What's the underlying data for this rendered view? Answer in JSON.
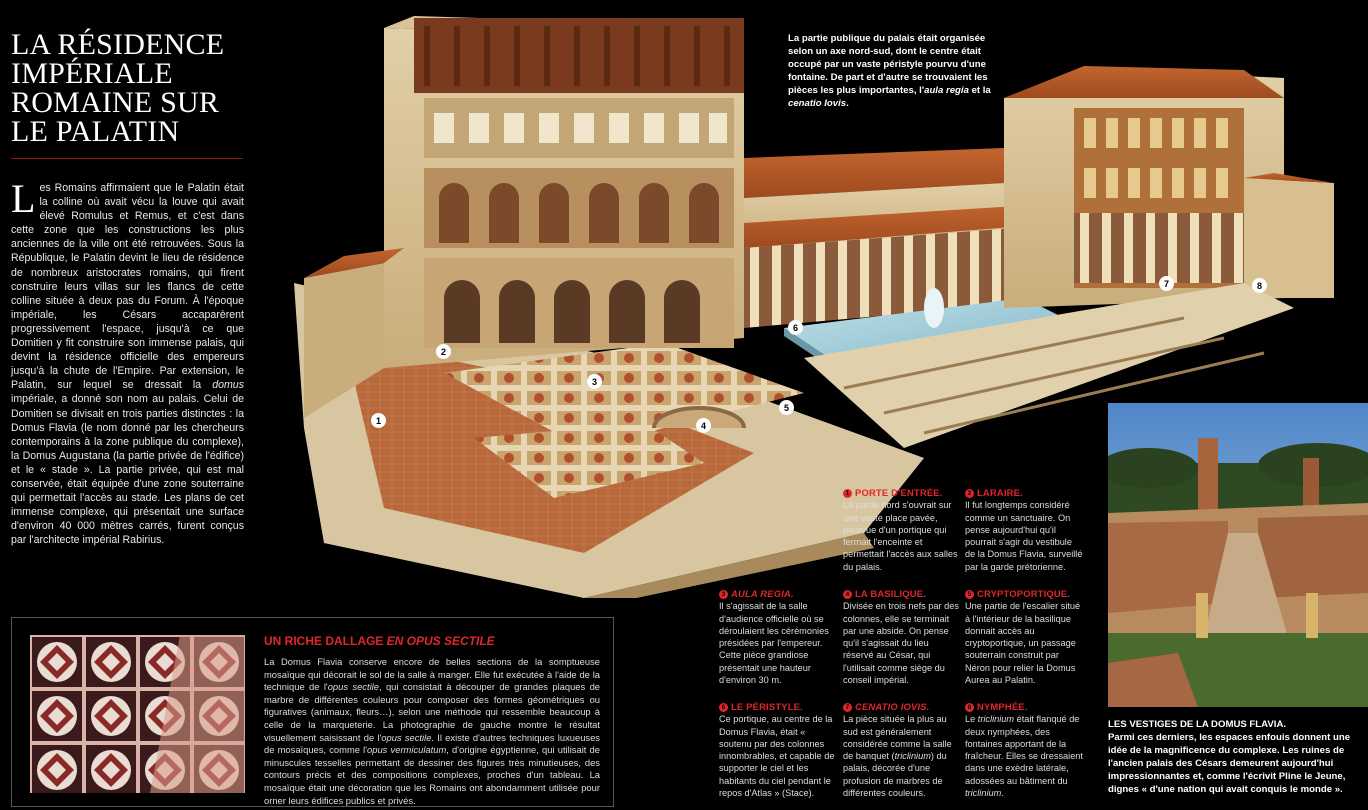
{
  "title_lines": [
    "LA RÉSIDENCE",
    "IMPÉRIALE",
    "ROMAINE SUR",
    "LE PALATIN"
  ],
  "intro": {
    "dropcap": "L",
    "part1": "es Romains affirmaient que le Palatin était la colline où avait vécu la louve qui avait élevé Romulus et Remus, et c'est dans cette zone que les constructions les plus anciennes de la ville ont été retrouvées. Sous la République, le Palatin devint le lieu de résidence de nombreux aristocrates romains, qui firent construire leurs villas sur les flancs de cette colline située à deux pas du Forum. À l'époque impériale, les Césars accaparèrent progressivement l'espace, jusqu'à ce que Domitien y fit construire son immense palais, qui devint la résidence officielle des empereurs jusqu'à la chute de l'Empire. Par extension, le Palatin, sur lequel se dressait la ",
    "em": "domus",
    "part2": " impériale, a donné son nom au palais. Celui de Domitien se divisait en trois parties distinctes : la Domus Flavia (le nom donné par les chercheurs contemporains à la zone publique du complexe), la Domus Augustana (la partie privée de l'édifice) et le « stade ». La partie privée, qui est mal conservée, était équipée d'une zone souterraine qui permettait l'accès au stade. Les plans de cet immense complexe, qui présentait une surface d'environ 40 000 mètres carrés, furent conçus par l'architecte impérial Rabirius."
  },
  "callout": {
    "text1": "La partie publique du palais était organisée selon un axe nord-sud, dont le centre était occupé par un vaste péristyle pourvu d'une fontaine. De part et d'autre se trouvaient les pièces les plus importantes, l'",
    "em1": "aula regia",
    "text2": " et la ",
    "em2": "cenatio Iovis",
    "text3": "."
  },
  "markers": [
    "1",
    "2",
    "3",
    "4",
    "5",
    "6",
    "7",
    "8"
  ],
  "legend": [
    {
      "num": "1",
      "title": "PORTE D'ENTRÉE.",
      "body": "La partie nord s'ouvrait sur une vaste place pavée, pourvue d'un portique qui fermait l'enceinte et permettait l'accès aux salles du palais."
    },
    {
      "num": "2",
      "title": "LARAIRE.",
      "body": "Il fut longtemps considéré comme un sanctuaire. On pense aujourd'hui qu'il pourrait s'agir du vestibule de la Domus Flavia, surveillé par la garde prétorienne."
    },
    {
      "num": "3",
      "title": "AULA REGIA.",
      "body": "Il s'agissait de la salle d'audience officielle où se déroulaient les cérémonies présidées par l'empereur. Cette pièce grandiose présentait une hauteur d'environ 30 m."
    },
    {
      "num": "4",
      "title": "LA BASILIQUE.",
      "body": "Divisée en trois nefs par des colonnes, elle se terminait par une abside. On pense qu'il s'agissait du lieu réservé au César, qui l'utilisait comme siège du conseil impérial."
    },
    {
      "num": "5",
      "title": "CRYPTOPORTIQUE.",
      "body": "Une partie de l'escalier situé à l'intérieur de la basilique donnait accès au cryptoportique, un passage souterrain construit par Néron pour relier la Domus Aurea au Palatin."
    },
    {
      "num": "6",
      "title": "LE PÉRISTYLE.",
      "body": "Ce portique, au centre de la Domus Flavia, était « soutenu par des colonnes innombrables, et capable de supporter le ciel et les habitants du ciel pendant le repos d'Atlas » (Stace)."
    },
    {
      "num": "7",
      "title": "CENATIO IOVIS.",
      "body1": "La pièce située la plus au sud est généralement considérée comme la salle de banquet (",
      "em": "triclinium",
      "body2": ") du palais, décorée d'une profusion de marbres de différentes couleurs."
    },
    {
      "num": "8",
      "title": "NYMPHÉE.",
      "body0": "Le ",
      "em": "triclinium",
      "body1": " était flanqué de deux nymphées, des fontaines apportant de la fraîcheur. Elles se dressaient dans une exèdre latérale, adossées au bâtiment du ",
      "em2": "triclinium",
      "body2": "."
    }
  ],
  "box": {
    "h_plain": "UN RICHE DALLAGE ",
    "h_em": "EN OPUS SECTILE",
    "t1": "La Domus Flavia conserve encore de belles sections de la somptueuse mosaïque qui décorait le sol de la salle à manger. Elle fut exécutée à l'aide de la technique de l'",
    "e1": "opus sectile",
    "t2": ", qui consistait à découper de grandes plaques de marbre de différentes couleurs pour composer des formes géométriques ou figuratives (animaux, fleurs…), selon une méthode qui ressemble beaucoup à celle de la marqueterie. La photographie de gauche montre le résultat visuellement saisissant de l'",
    "e2": "opus sectile",
    "t3": ". Il existe d'autres techniques luxueuses de mosaïques, comme l'",
    "e3": "opus vermiculatum",
    "t4": ", d'origine égyptienne, qui utilisait de minuscules tesselles permettant de dessiner des figures très minutieuses, des contours précis et des compositions complexes, proches d'un tableau. La mosaïque était une décoration que les Romains ont abondamment utilisée pour orner leurs édifices publics et privés."
  },
  "caption": {
    "title": "LES VESTIGES DE LA DOMUS FLAVIA.",
    "body": "Parmi ces derniers, les espaces enfouis donnent une idée de la magnificence du complexe. Les ruines de l'ancien palais des Césars demeurent aujourd'hui impressionnantes et, comme l'écrivit Pline le Jeune, dignes « d'une nation qui avait conquis le monde »."
  },
  "colors": {
    "accent": "#e0262a",
    "background": "#000000"
  }
}
